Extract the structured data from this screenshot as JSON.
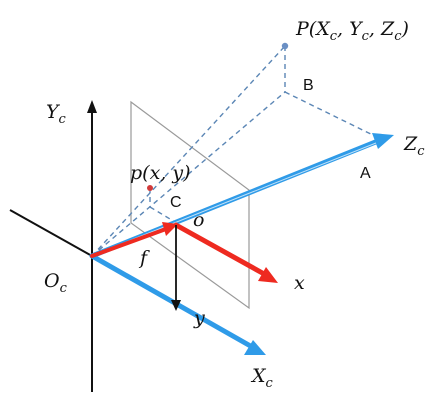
{
  "labels": {
    "point_P_main": "P(X",
    "point_P_sub1": "c",
    "point_P_comma1": ", Y",
    "point_P_sub2": "c",
    "point_P_comma2": ", Z",
    "point_P_sub3": "c",
    "point_P_close": ")",
    "point_p": "p(x, y)",
    "label_B": "B",
    "label_A": "A",
    "label_C": "C",
    "label_o": "o",
    "label_f": "f",
    "label_x": "x",
    "label_y": "y",
    "axis_Yc_main": "Y",
    "axis_Yc_sub": "c",
    "axis_Zc_main": "Z",
    "axis_Zc_sub": "c",
    "axis_Xc_main": "X",
    "axis_Xc_sub": "c",
    "origin_main": "O",
    "origin_sub": "c"
  },
  "colors": {
    "axis_black": "#111111",
    "optical_axis_blue": "#2f9be8",
    "image_axis_red": "#ee2a20",
    "projection_dashed": "#5b86b5",
    "image_plane": "#9a9a9a",
    "point_marker": "#6a8fc4",
    "image_point_marker": "#d23a3a"
  }
}
